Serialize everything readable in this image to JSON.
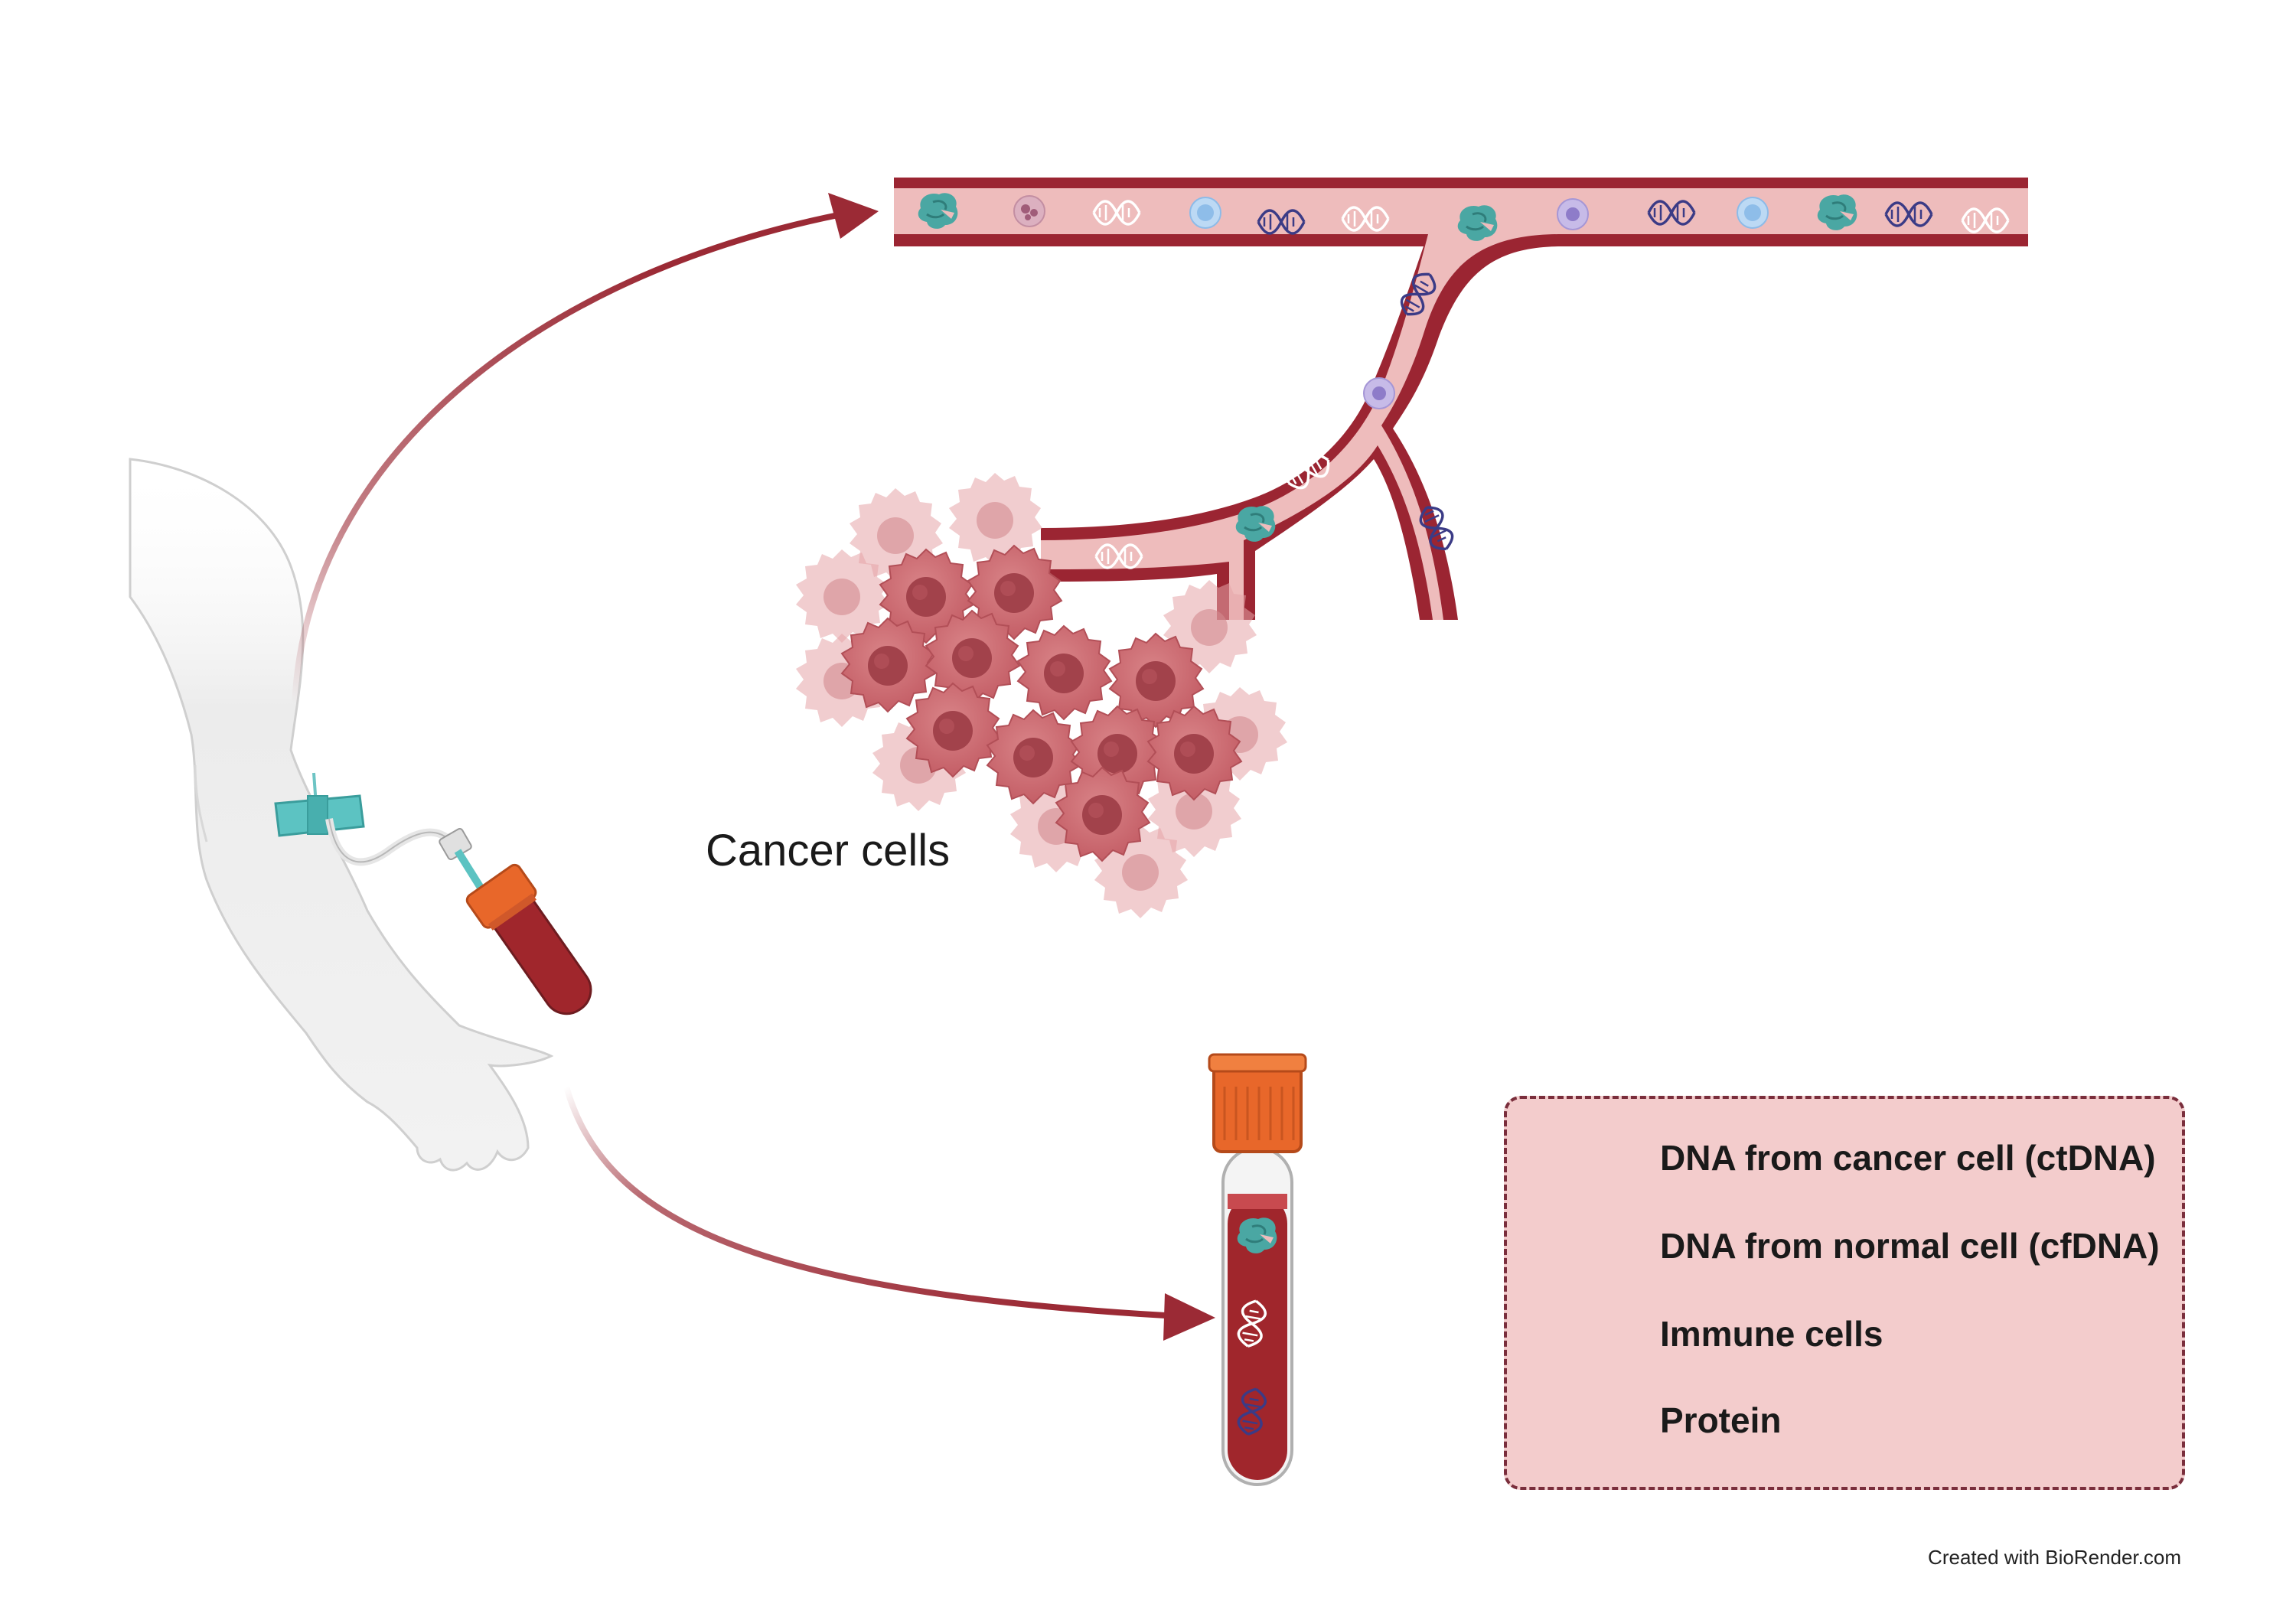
{
  "labels": {
    "cancer_cells": "Cancer cells"
  },
  "legend": {
    "items": [
      {
        "icon": "ctdna-helix-icon",
        "label": "DNA from cancer cell (ctDNA)"
      },
      {
        "icon": "cfdna-helix-icon",
        "label": "DNA from normal cell (cfDNA)"
      },
      {
        "icon": "immune-cells-icon",
        "label": "Immune cells"
      },
      {
        "icon": "protein-icon",
        "label": "Protein"
      }
    ]
  },
  "credit": "Created with BioRender.com",
  "colors": {
    "vessel_wall": "#9b2532",
    "vessel_lumen": "#eebcbc",
    "arrow": "#9b2a35",
    "blood": "#a0262c",
    "tube_cap": "#e8672a",
    "protein": "#4aa7a3",
    "ctdna": "#ffffff",
    "cfdna": "#3b3b86",
    "immune_purple": "#b7a8e0",
    "immune_pink": "#cf9aae",
    "immune_blue": "#a6cbf0",
    "cancer_cell": "#c9666c",
    "legend_bg": "#f3cccc",
    "legend_border": "#7a2e3c"
  }
}
